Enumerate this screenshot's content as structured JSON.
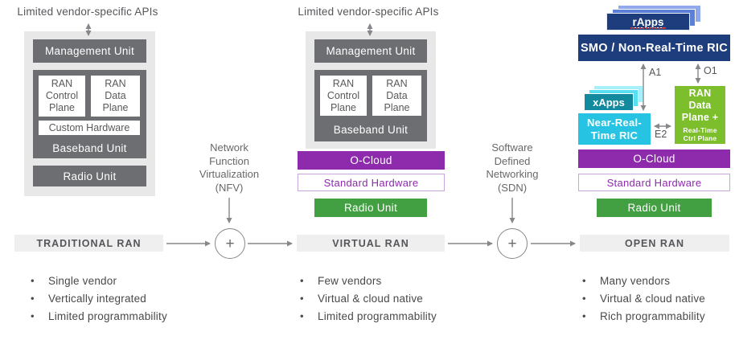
{
  "diagram": {
    "col1": {
      "api_label": "Limited vendor-specific APIs",
      "management": "Management Unit",
      "ran_control": "RAN\nControl\nPlane",
      "ran_data": "RAN\nData\nPlane",
      "custom_hw": "Custom Hardware",
      "baseband": "Baseband Unit",
      "radio": "Radio Unit",
      "ran_label": "TRADITIONAL RAN",
      "bullets": [
        "Single vendor",
        "Vertically integrated",
        "Limited programmability"
      ]
    },
    "col2": {
      "api_label": "Limited vendor-specific APIs",
      "management": "Management Unit",
      "ran_control": "RAN\nControl\nPlane",
      "ran_data": "RAN\nData\nPlane",
      "baseband": "Baseband Unit",
      "ocloud": "O-Cloud",
      "standard_hw": "Standard Hardware",
      "radio": "Radio Unit",
      "ran_label": "VIRTUAL RAN",
      "bullets": [
        "Few vendors",
        "Virtual & cloud native",
        "Limited programmability"
      ]
    },
    "col3": {
      "rapps": "rApps",
      "smo": "SMO / Non-Real-Time RIC",
      "a1_label": "A1",
      "o1_label": "O1",
      "e2_label": "E2",
      "xapps": "xApps",
      "near_rt": "Near-Real-\nTime RIC",
      "ran_data_plane": "RAN\nData\nPlane +",
      "ran_data_plane_sub": "Real-Time\nCtrl Plane",
      "ocloud": "O-Cloud",
      "standard_hw": "Standard Hardware",
      "radio": "Radio Unit",
      "ran_label": "OPEN RAN",
      "bullets": [
        "Many vendors",
        "Virtual & cloud native",
        "Rich programmability"
      ]
    },
    "transition1": {
      "label": "Network\nFunction\nVirtualization\n(NFV)",
      "plus": "+"
    },
    "transition2": {
      "label": "Software\nDefined\nNetworking\n(SDN)",
      "plus": "+"
    },
    "colors": {
      "dark_gray": "#6d6e71",
      "light_gray_panel": "#e8e8e9",
      "label_bar_gray": "#efeff0",
      "purple": "#8e2bad",
      "green": "#43a042",
      "lime_green": "#7cbe2b",
      "navy": "#1e3d7c",
      "teal": "#13899e",
      "cyan": "#27c3e3",
      "arrow_gray": "#85878a"
    }
  }
}
